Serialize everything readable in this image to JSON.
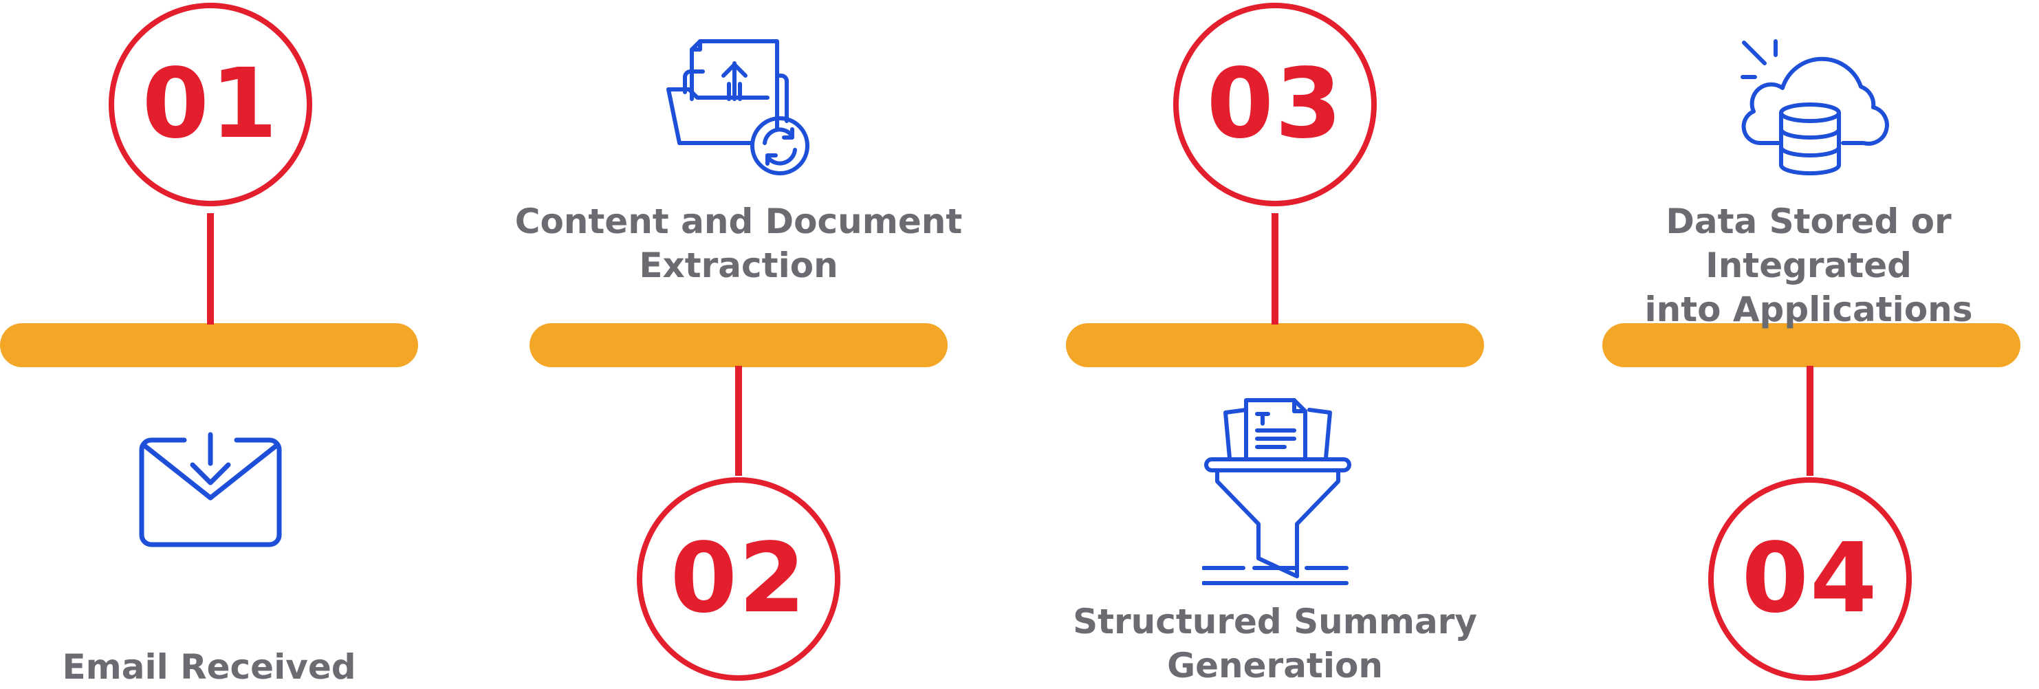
{
  "steps": [
    {
      "number": "01",
      "label_lines": [
        "Email Received"
      ],
      "icon": "email-download-icon"
    },
    {
      "number": "02",
      "label_lines": [
        "Content and Document",
        "Extraction"
      ],
      "icon": "document-extraction-icon"
    },
    {
      "number": "03",
      "label_lines": [
        "Structured Summary",
        "Generation"
      ],
      "icon": "filter-funnel-icon"
    },
    {
      "number": "04",
      "label_lines": [
        "Data Stored or Integrated",
        "into Applications"
      ],
      "icon": "cloud-database-icon"
    }
  ],
  "colors": {
    "accent_red": "#E31E2D",
    "bar_orange": "#F4A626",
    "icon_blue": "#1E4FD8",
    "label_gray": "#6B6B72"
  }
}
